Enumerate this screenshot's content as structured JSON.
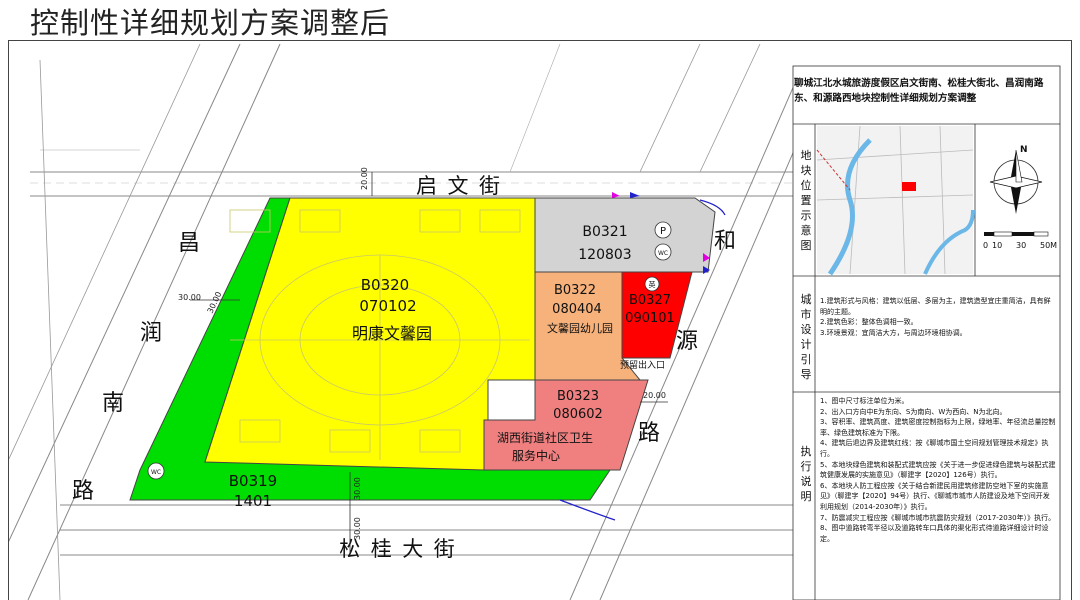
{
  "title": "控制性详细规划方案调整后",
  "sheet_title": "聊城江北水城旅游度假区启文街南、松桂大街北、昌润南路东、和源路西地块控制性详细规划方案调整",
  "streets": {
    "north": "启文街",
    "south": "松桂大街",
    "west": "昌润南路",
    "east": "和源路"
  },
  "dimensions": {
    "north_width": "20.00",
    "west_width_a": "30.00",
    "west_width_b": "30.00",
    "south_width_a": "30.00",
    "south_width_b": "30.00",
    "east_width": "20.00"
  },
  "parcels": [
    {
      "code": "B0320",
      "use_code": "070102",
      "name": "明康文馨园",
      "color": "#ffff00"
    },
    {
      "code": "B0319",
      "use_code": "1401",
      "name": "",
      "color": "#00dd00"
    },
    {
      "code": "B0321",
      "use_code": "120803",
      "name": "",
      "color": "#d3d3d3"
    },
    {
      "code": "B0322",
      "use_code": "080404",
      "name": "文馨园幼儿园",
      "color": "#f7b27c"
    },
    {
      "code": "B0327",
      "use_code": "090101",
      "name": "",
      "color": "#ff0000"
    },
    {
      "code": "B0323",
      "use_code": "080602",
      "name": "湖西街道社区卫生服务中心",
      "color": "#f08080"
    }
  ],
  "map_symbols": {
    "parking": "P",
    "wc": "WC",
    "toilet_alt": "英",
    "entrance": "预留出入口"
  },
  "panel": {
    "location_label": "地块位置示意图",
    "scale": [
      "0",
      "10",
      "30",
      "50M"
    ],
    "north": "N",
    "guidance_label": "城市设计引导",
    "guidance": [
      "1.建筑形式与风格：建筑以低层、多层为主，建筑造型宜庄重简洁，具有鲜明的主题。",
      "2.建筑色彩：整体色调相一致。",
      "3.环境景观：宜简洁大方，与周边环境相协调。"
    ],
    "notes_label": "执行说明",
    "notes": [
      "1、图中尺寸标注单位为米。",
      "2、出入口方向中E为东向、S为南向、W为西向、N为北向。",
      "3、容积率、建筑高度、建筑密度控制指标为上限，绿地率、年径流总量控制率、绿色建筑标准为下限。",
      "4、建筑后退边界及建筑红线：按《聊城市国土空间规划管理技术规定》执行。",
      "5、本地块绿色建筑和装配式建筑应按《关于进一步促进绿色建筑与装配式建筑健康发展的实施意见》（聊建字【2020】126号）执行。",
      "6、本地块人防工程应按《关于结合新建民用建筑修建防空地下室的实施意见》（聊建字【2020】94号）执行、《聊城市城市人防建设及地下空间开发利用规划（2014-2030年）》执行。",
      "7、防震减灾工程应按《聊城市城市抗震防灾规划（2017-2030年）》执行。",
      "8、图中道路转弯半径以及道路转车口具体的渠化形式待道路详细设计时设定。"
    ]
  }
}
